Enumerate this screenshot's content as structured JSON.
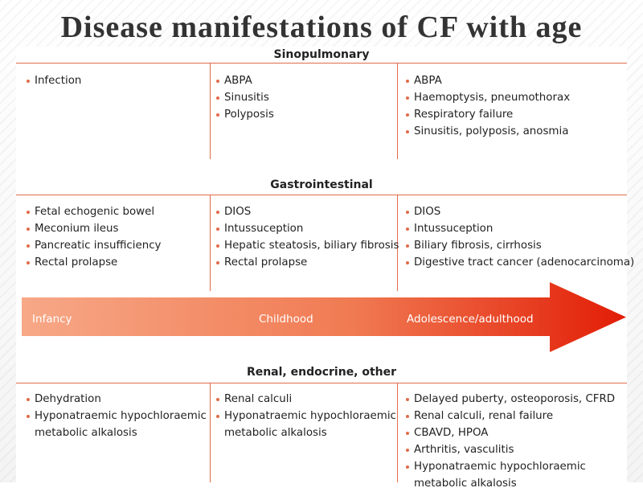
{
  "title": "Disease manifestations of  CF with age",
  "colors": {
    "accent": "#e26b4a",
    "arrow_start": "#f7a887",
    "arrow_end": "#e21d06"
  },
  "sections": {
    "sinopulmonary": {
      "title": "Sinopulmonary",
      "infancy": [
        "Infection"
      ],
      "childhood": [
        "ABPA",
        "Sinusitis",
        "Polyposis"
      ],
      "adult": [
        "ABPA",
        "Haemoptysis, pneumothorax",
        "Respiratory failure",
        "Sinusitis, polyposis, anosmia"
      ]
    },
    "gastrointestinal": {
      "title": "Gastrointestinal",
      "infancy": [
        "Fetal echogenic bowel",
        "Meconium ileus",
        "Pancreatic insufficiency",
        "Rectal prolapse"
      ],
      "childhood": [
        "DIOS",
        "Intussuception",
        "Hepatic steatosis, biliary fibrosis",
        "Rectal prolapse"
      ],
      "adult": [
        "DIOS",
        "Intussuception",
        "Biliary fibrosis, cirrhosis",
        "Digestive tract cancer (adenocarcinoma)"
      ]
    },
    "renal": {
      "title": "Renal, endocrine, other",
      "infancy": [
        "Dehydration",
        "Hyponatraemic hypochloraemic",
        "metabolic alkalosis"
      ],
      "childhood": [
        "Renal calculi",
        "Hyponatraemic hypochloraemic",
        "metabolic alkalosis"
      ],
      "adult": [
        "Delayed puberty, osteoporosis, CFRD",
        "Renal calculi, renal failure",
        "CBAVD, HPOA",
        "Arthritis, vasculitis",
        "Hyponatraemic hypochloraemic",
        "metabolic alkalosis"
      ]
    }
  },
  "arrow": {
    "stages": [
      "Infancy",
      "Childhood",
      "Adolescence/adulthood"
    ]
  }
}
